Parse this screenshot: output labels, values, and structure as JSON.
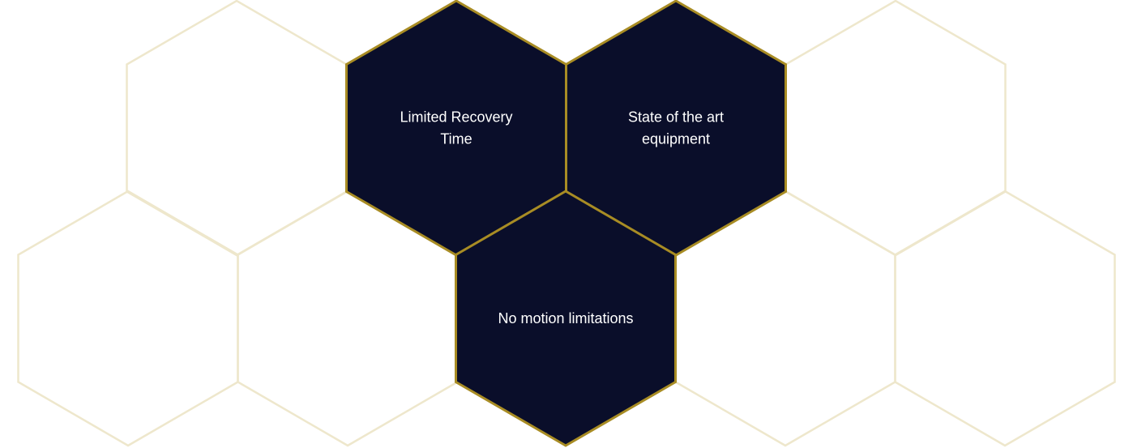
{
  "colors": {
    "background": "#ffffff",
    "outline_stroke": "#eee7cc",
    "filled_fill": "#0a0e2a",
    "filled_stroke": "#a88c24",
    "label_text": "#ffffff"
  },
  "hexagons": [
    {
      "id": "hex-top-left-outline",
      "style": "outline",
      "lines": []
    },
    {
      "id": "hex-limited-recovery-time",
      "style": "filled",
      "lines": [
        "Limited Recovery",
        "Time"
      ]
    },
    {
      "id": "hex-state-of-the-art-equipment",
      "style": "filled",
      "lines": [
        "State of the art",
        "equipment"
      ]
    },
    {
      "id": "hex-top-right-outline",
      "style": "outline",
      "lines": []
    },
    {
      "id": "hex-bottom-far-left-outline",
      "style": "outline",
      "lines": []
    },
    {
      "id": "hex-bottom-left-outline",
      "style": "outline",
      "lines": []
    },
    {
      "id": "hex-no-motion-limitations",
      "style": "filled",
      "lines": [
        "No motion limitations"
      ]
    },
    {
      "id": "hex-bottom-right-outline",
      "style": "outline",
      "lines": []
    },
    {
      "id": "hex-bottom-far-right-outline",
      "style": "outline",
      "lines": []
    }
  ]
}
